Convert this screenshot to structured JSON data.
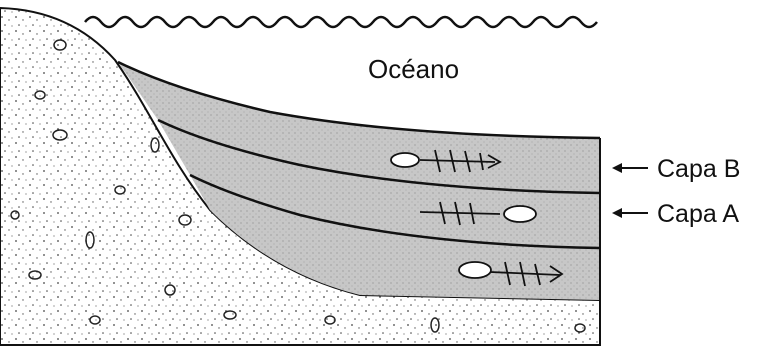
{
  "ocean_label": "Océano",
  "layers": [
    {
      "label": "Capa B"
    },
    {
      "label": "Capa A"
    }
  ],
  "colors": {
    "ink": "#111111",
    "sediment": "#c9c9c9",
    "rock_background": "#ffffff"
  }
}
